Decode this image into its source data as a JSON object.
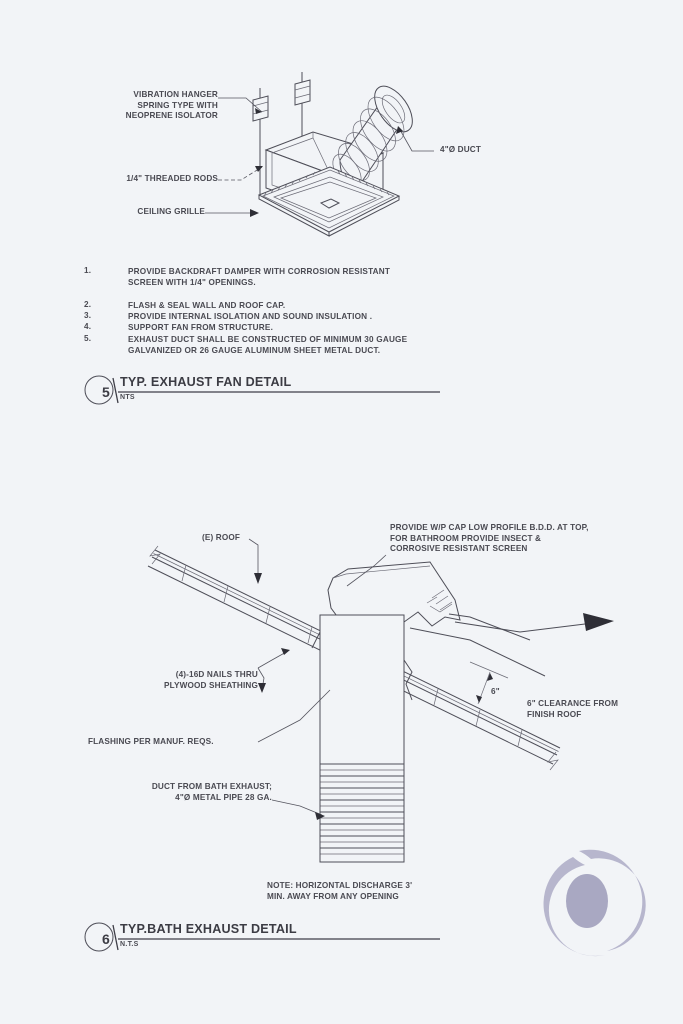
{
  "sheet": {
    "background_color": "#f2f4f7",
    "line_color": "#4e4e58",
    "text_color": "#4a4a52"
  },
  "detail_5": {
    "number": "5",
    "title": "TYP. EXHAUST FAN DETAIL",
    "scale": "NTS",
    "labels": {
      "hanger": "VIBRATION HANGER\nSPRING TYPE WITH\nNEOPRENE ISOLATOR",
      "rods": "1/4\" THREADED RODS",
      "grille": "CEILING GRILLE",
      "duct": "4\"Ø DUCT"
    },
    "notes": [
      {
        "num": "1.",
        "text": "PROVIDE BACKDRAFT DAMPER WITH CORROSION RESISTANT\nSCREEN WITH 1/4\" OPENINGS."
      },
      {
        "num": "2.",
        "text": "FLASH & SEAL WALL AND ROOF CAP."
      },
      {
        "num": "3.",
        "text": "PROVIDE INTERNAL ISOLATION AND SOUND INSULATION ."
      },
      {
        "num": "4.",
        "text": "SUPPORT FAN FROM STRUCTURE."
      },
      {
        "num": "5.",
        "text": "EXHAUST DUCT SHALL BE CONSTRUCTED OF MINIMUM 30 GAUGE\nGALVANIZED OR 26 GAUGE ALUMINUM SHEET METAL DUCT."
      }
    ]
  },
  "detail_6": {
    "number": "6",
    "title": "TYP.BATH EXHAUST DETAIL",
    "scale": "N.T.S",
    "labels": {
      "existing_roof": "(E) ROOF",
      "cap_note": "PROVIDE W/P CAP LOW PROFILE B.D.D. AT TOP,\nFOR BATHROOM PROVIDE INSECT &\nCORROSIVE RESISTANT SCREEN",
      "nails": "(4)-16D NAILS THRU\nPLYWOOD SHEATHING",
      "flashing": "FLASHING PER MANUF. REQS.",
      "duct": "DUCT FROM BATH EXHAUST;\n4\"Ø METAL PIPE 28 GA.",
      "dimension": "6\"",
      "clearance": "6\" CLEARANCE FROM\nFINISH ROOF",
      "bottom_note": "NOTE: HORIZONTAL DISCHARGE 3'\nMIN. AWAY FROM ANY OPENING"
    }
  },
  "watermark": {
    "name": "circular-lens-logo",
    "color": "#b3b2c9"
  }
}
